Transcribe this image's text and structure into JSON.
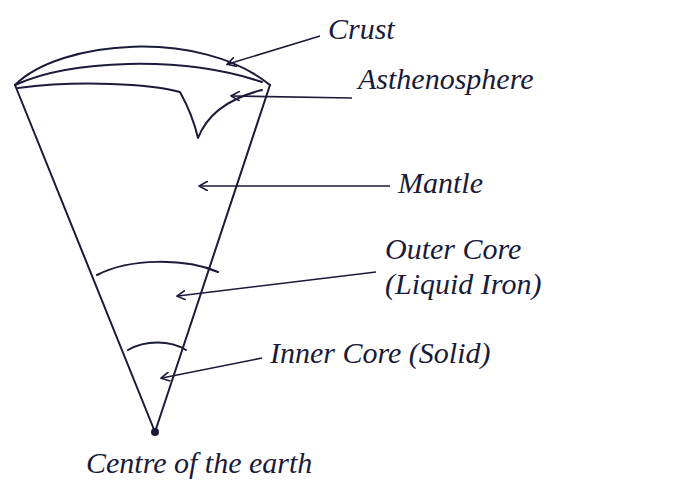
{
  "diagram": {
    "labels": [
      "Crust",
      "Asthenosphere",
      "Mantle",
      "Outer Core (Liquid Iron)",
      "Inner Core (Solid)",
      "Centre of the earth"
    ]
  }
}
